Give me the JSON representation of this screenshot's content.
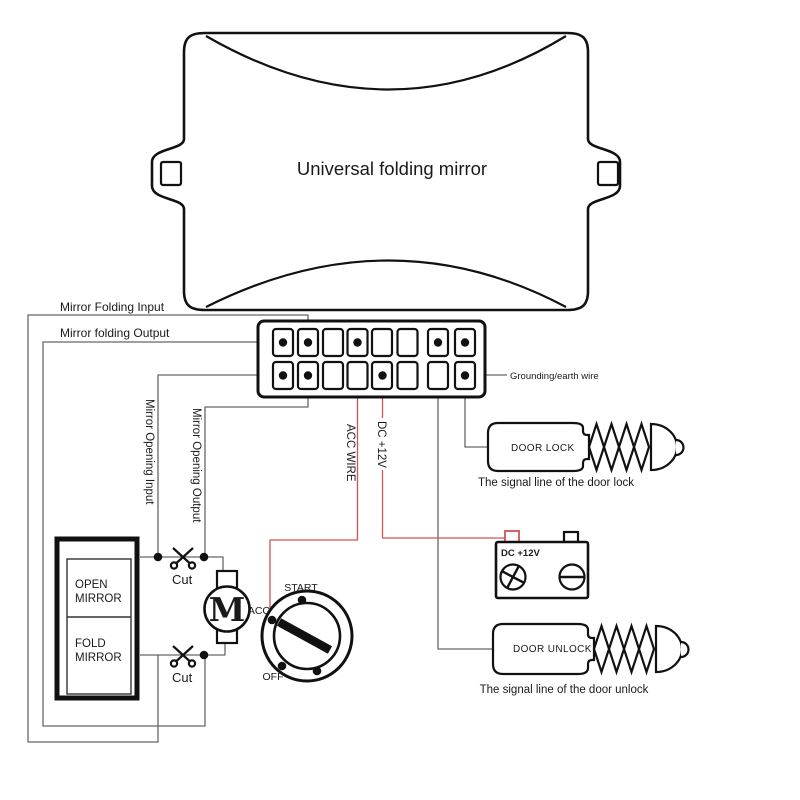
{
  "module": {
    "title": "Universal folding mirror"
  },
  "labels": {
    "mirror_folding_input": "Mirror Folding Input",
    "mirror_folding_output": "Mirror folding Output",
    "mirror_opening_input": "Mirror Opening Input",
    "mirror_opening_output": "Mirror Opening Output",
    "acc_wire": "ACC WIRE",
    "dc_12v": "DC +12V",
    "grounding": "Grounding/earth wire"
  },
  "switch_panel": {
    "open_l1": "OPEN",
    "open_l2": "MIRROR",
    "fold_l1": "FOLD",
    "fold_l2": "MIRROR"
  },
  "cut_top": "Cut",
  "cut_bottom": "Cut",
  "motor_label": "M",
  "ignition": {
    "start": "START",
    "acc": "ACC",
    "off": "OFF"
  },
  "battery": {
    "label": "DC +12V"
  },
  "door_lock": {
    "label": "DOOR LOCK",
    "caption": "The signal line of the door lock"
  },
  "door_unlock": {
    "label": "DOOR UNLOCK",
    "caption": "The signal line of the door unlock"
  },
  "colors": {
    "wire_red": "#cf5454",
    "battery_red": "#e03c3c",
    "wire_gray": "#666666",
    "ink": "#111111"
  }
}
